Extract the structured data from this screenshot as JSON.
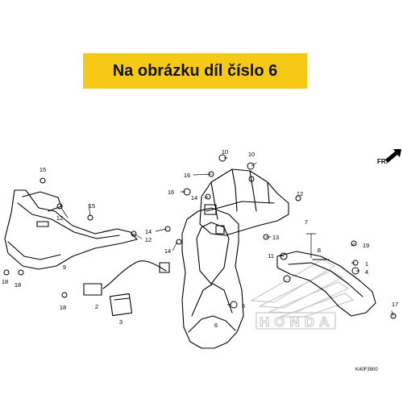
{
  "banner": {
    "text": "Na obrázku díl číslo 6",
    "color": "#f6c915"
  },
  "diagram": {
    "direction_label": "FR.",
    "watermark": "HONDA",
    "code": "K40F3900",
    "callouts": [
      "15",
      "12",
      "15",
      "9",
      "18",
      "18",
      "12",
      "18",
      "2",
      "3",
      "14",
      "14",
      "16",
      "16",
      "10",
      "10",
      "13",
      "12",
      "14",
      "6",
      "5",
      "11",
      "7",
      "8",
      "19",
      "1",
      "4",
      "17"
    ]
  }
}
